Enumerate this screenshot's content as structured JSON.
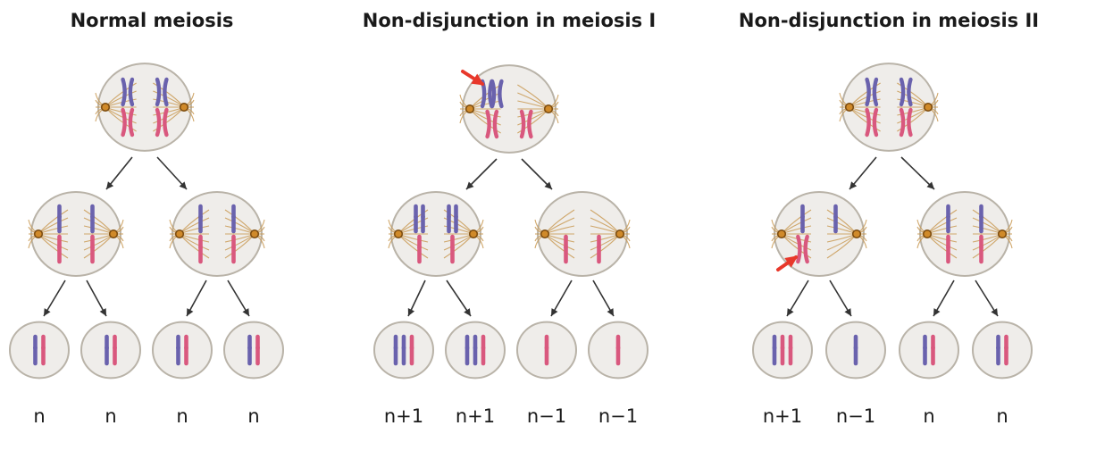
{
  "colors": {
    "maternal": "#6a62ad",
    "paternal": "#d9587e",
    "cell_fill": "#efedea",
    "cell_stroke": "#b9b3a8",
    "error_arrow": "#e8382b"
  },
  "panels": [
    {
      "title": "Normal meiosis",
      "labels": [
        "n",
        "n",
        "n",
        "n"
      ],
      "diagram": {
        "top": {
          "type": "metaphase",
          "left": [
            "M",
            "P"
          ],
          "right": [
            "M",
            "P"
          ],
          "error": false
        },
        "mid": [
          {
            "type": "metaphase",
            "left": [
              "m",
              "p"
            ],
            "right": [
              "m",
              "p"
            ],
            "error": false
          },
          {
            "type": "metaphase",
            "left": [
              "m",
              "p"
            ],
            "right": [
              "m",
              "p"
            ],
            "error": false
          }
        ],
        "gametes": [
          [
            "m",
            "p"
          ],
          [
            "m",
            "p"
          ],
          [
            "m",
            "p"
          ],
          [
            "m",
            "p"
          ]
        ]
      }
    },
    {
      "title": "Non-disjunction in meiosis I",
      "labels": [
        "n+1",
        "n+1",
        "n−1",
        "n−1"
      ],
      "diagram": {
        "top": {
          "type": "metaphase",
          "left": [
            "MM",
            "P"
          ],
          "right": [
            "P"
          ],
          "error": true
        },
        "mid": [
          {
            "type": "metaphase",
            "left": [
              "mm",
              "p"
            ],
            "right": [
              "mm",
              "p"
            ],
            "error": false
          },
          {
            "type": "metaphase",
            "left": [
              "p"
            ],
            "right": [
              "p"
            ],
            "error": false
          }
        ],
        "gametes": [
          [
            "m",
            "m",
            "p"
          ],
          [
            "m",
            "m",
            "p"
          ],
          [
            "p"
          ],
          [
            "p"
          ]
        ]
      }
    },
    {
      "title": "Non-disjunction in meiosis II",
      "labels": [
        "n+1",
        "n−1",
        "n",
        "n"
      ],
      "diagram": {
        "top": {
          "type": "metaphase",
          "left": [
            "M",
            "P"
          ],
          "right": [
            "M",
            "P"
          ],
          "error": false
        },
        "mid": [
          {
            "type": "metaphase",
            "left": [
              "m",
              "P"
            ],
            "right": [
              "m"
            ],
            "error": true
          },
          {
            "type": "metaphase",
            "left": [
              "m",
              "p"
            ],
            "right": [
              "m",
              "p"
            ],
            "error": false
          }
        ],
        "gametes": [
          [
            "m",
            "p",
            "p"
          ],
          [
            "m"
          ],
          [
            "m",
            "p"
          ],
          [
            "m",
            "p"
          ]
        ]
      }
    }
  ]
}
